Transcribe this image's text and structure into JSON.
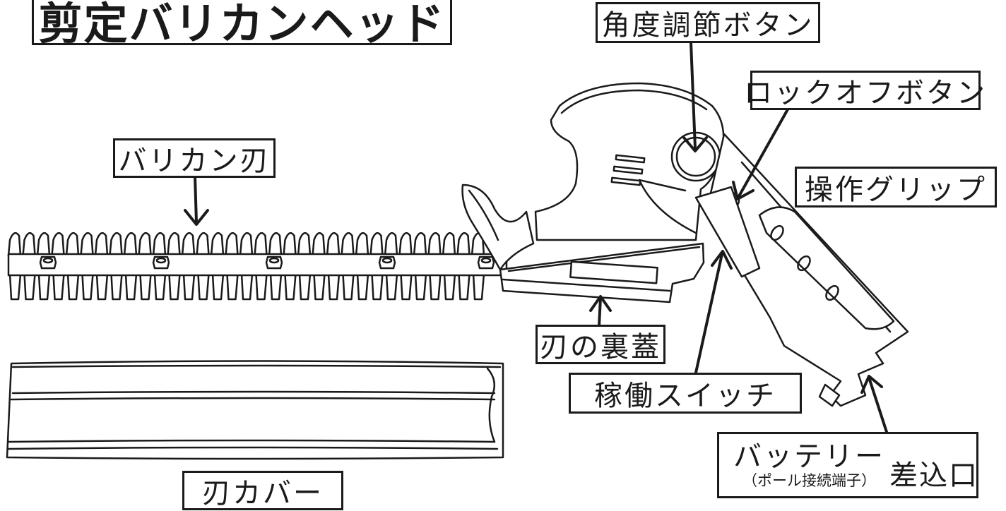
{
  "title": "剪定バリカンヘッド",
  "labels": {
    "angle_button": "角度調節ボタン",
    "lock_off_button": "ロックオフボタン",
    "clipper_blade": "バリカン刃",
    "grip": "操作グリップ",
    "blade_back_cover": "刃の裏蓋",
    "switch": "稼働スイッチ",
    "battery_main": "バッテリー",
    "battery_sub": "（ポール接続端子）",
    "battery_suffix": "差込口",
    "blade_cover": "刃カバー"
  },
  "colors": {
    "line": "#1a1a1a",
    "fill": "#ffffff"
  }
}
